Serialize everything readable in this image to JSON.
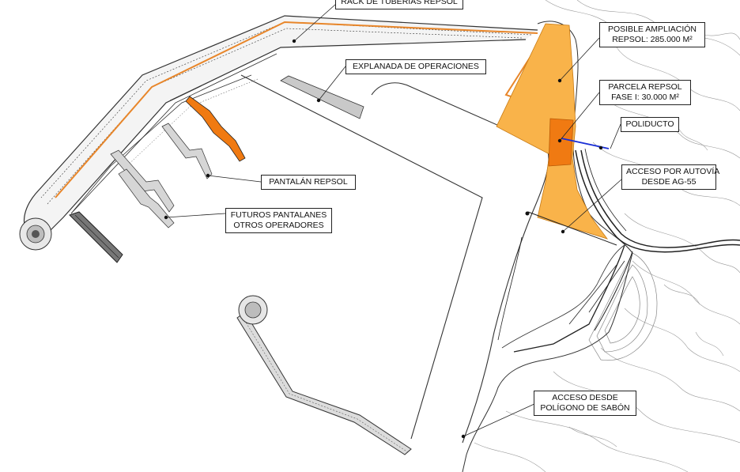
{
  "labels": {
    "rack": "RACK DE TUBERÍAS REPSOL",
    "explanada": "EXPLANADA DE OPERACIONES",
    "ampliacion_1": "POSIBLE AMPLIACIÓN",
    "ampliacion_2": "REPSOL: 285.000 M²",
    "parcela_1": "PARCELA REPSOL",
    "parcela_2": "FASE I: 30.000 M²",
    "poliducto": "POLIDUCTO",
    "acceso_autovia_1": "ACCESO POR AUTOVÍA",
    "acceso_autovia_2": "DESDE AG-55",
    "pantalan": "PANTALÁN REPSOL",
    "futuros_1": "FUTUROS PANTALANES",
    "futuros_2": "OTROS OPERADORES",
    "acceso_sabon_1": "ACCESO DESDE",
    "acceso_sabon_2": "POLÍGONO DE SABÓN"
  },
  "colors": {
    "ampliacion_fill": "#f9b34a",
    "parcela_fill": "#f07a12",
    "rack_line": "#e8862a",
    "poliducto_line": "#1a2fd6",
    "linework": "#333333",
    "terrain": "#9a9a9a"
  }
}
